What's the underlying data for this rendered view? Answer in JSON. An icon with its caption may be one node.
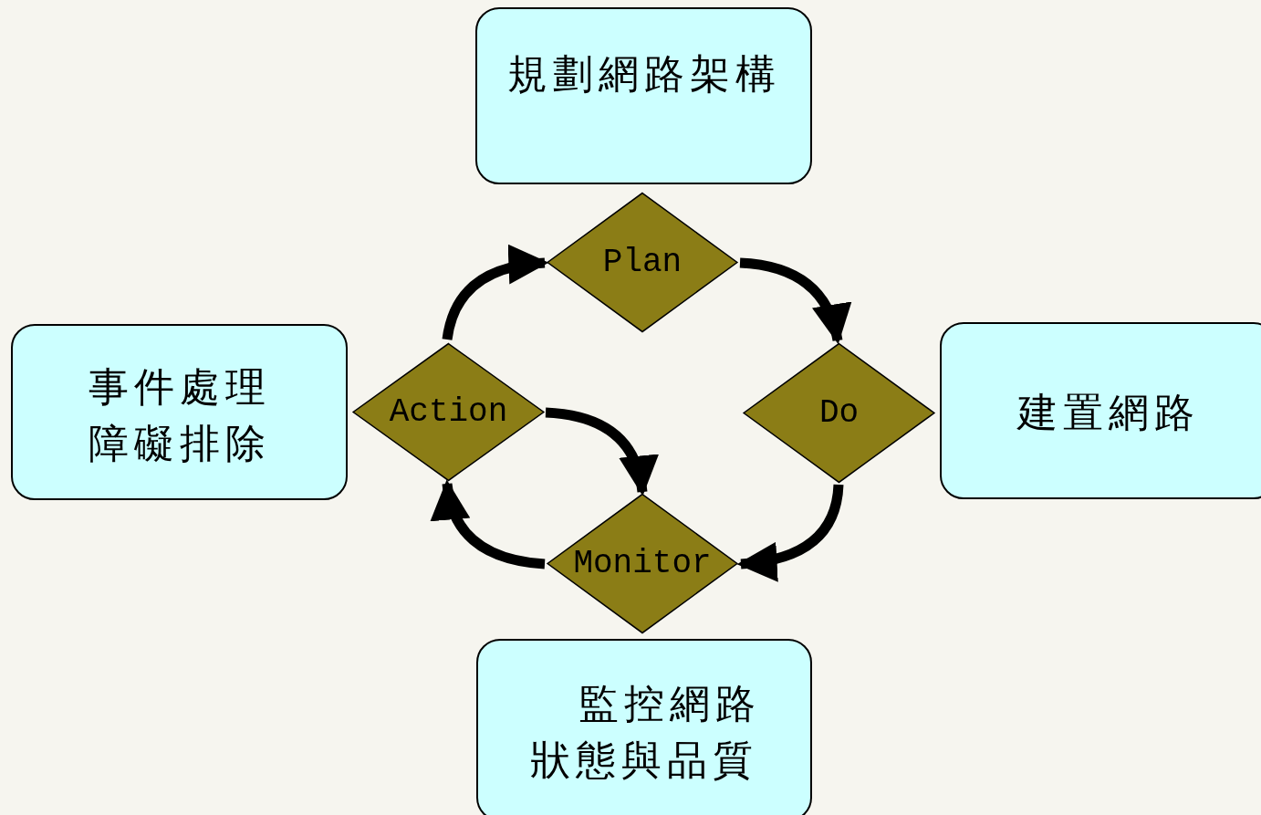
{
  "diagram": {
    "nodes": [
      {
        "text": [
          "規劃網路架構"
        ]
      },
      {
        "text": [
          "Plan"
        ]
      },
      {
        "text": [
          "事件處理",
          "障礙排除"
        ]
      },
      {
        "text": [
          "Action"
        ]
      },
      {
        "text": [
          "Do"
        ]
      },
      {
        "text": [
          "建置網路"
        ]
      },
      {
        "text": [
          "Monitor"
        ]
      },
      {
        "text": [
          "監控網路狀態與品質"
        ]
      }
    ],
    "edges": [
      {
        "from": 3,
        "to": 1,
        "arrow": "to"
      },
      {
        "from": 1,
        "to": 4,
        "arrow": "to"
      },
      {
        "from": 4,
        "to": 6,
        "arrow": "to"
      },
      {
        "from": 6,
        "to": 3,
        "arrow": "to"
      },
      {
        "from": 3,
        "to": 6,
        "arrow": "to"
      }
    ]
  }
}
